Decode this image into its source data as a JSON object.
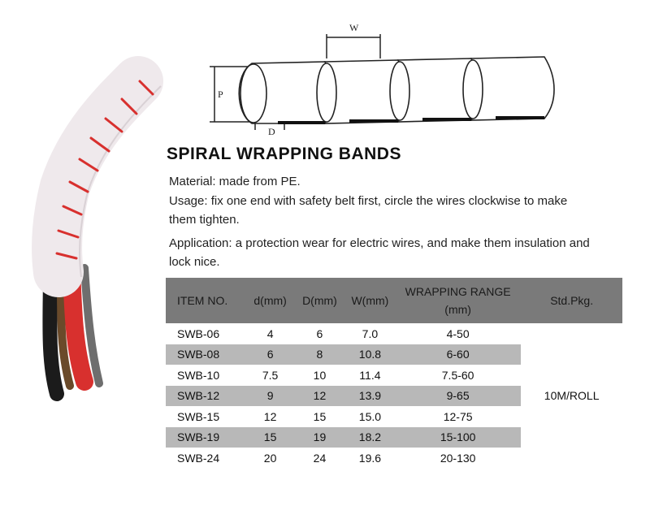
{
  "diagram": {
    "label_w": "W",
    "label_p": "P",
    "label_d": "D"
  },
  "title": "SPIRAL WRAPPING BANDS",
  "paragraphs": {
    "material": "Material: made from PE.",
    "usage": "Usage: fix one end with safety belt first, circle the wires clockwise to make them tighten.",
    "application": "Application: a protection wear for electric wires, and make them insulation and lock nice."
  },
  "table": {
    "headers": {
      "item": "ITEM NO.",
      "d": "d(mm)",
      "D": "D(mm)",
      "w": "W(mm)",
      "range": "WRAPPING RANGE",
      "range_unit": "(mm)",
      "pkg": "Std.Pkg."
    },
    "rows": [
      {
        "item": "SWB-06",
        "d": "4",
        "D": "6",
        "w": "7.0",
        "range": "4-50"
      },
      {
        "item": "SWB-08",
        "d": "6",
        "D": "8",
        "w": "10.8",
        "range": "6-60"
      },
      {
        "item": "SWB-10",
        "d": "7.5",
        "D": "10",
        "w": "11.4",
        "range": "7.5-60"
      },
      {
        "item": "SWB-12",
        "d": "9",
        "D": "12",
        "w": "13.9",
        "range": "9-65"
      },
      {
        "item": "SWB-15",
        "d": "12",
        "D": "15",
        "w": "15.0",
        "range": "12-75"
      },
      {
        "item": "SWB-19",
        "d": "15",
        "D": "19",
        "w": "18.2",
        "range": "15-100"
      },
      {
        "item": "SWB-24",
        "d": "20",
        "D": "24",
        "w": "19.6",
        "range": "20-130"
      }
    ],
    "std_pkg": "10M/ROLL"
  },
  "colors": {
    "header_bg": "#7a7a7a",
    "stripe_bg": "#b8b8b8",
    "wrap_white": "#efe9ec",
    "wire_red": "#d8302e"
  }
}
